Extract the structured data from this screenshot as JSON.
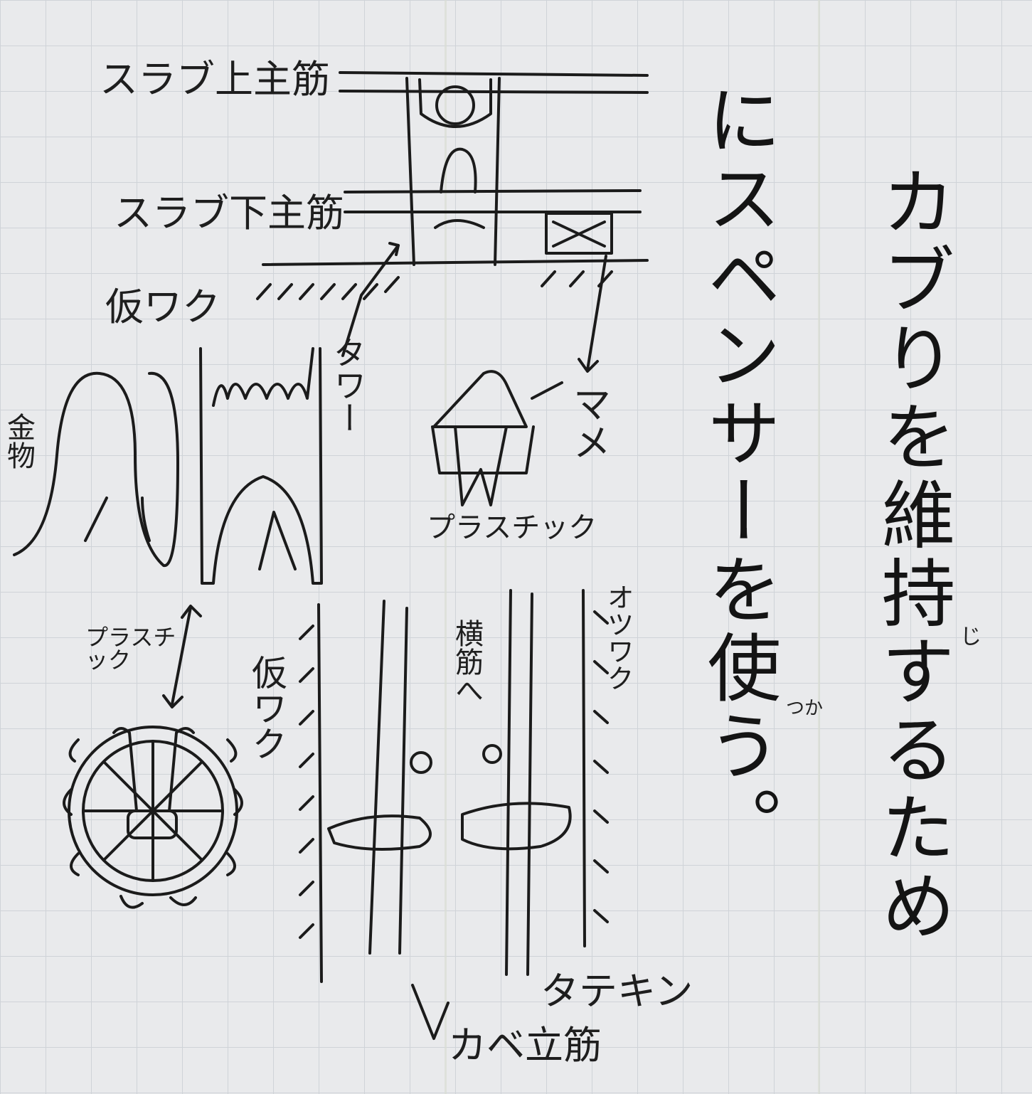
{
  "heading": {
    "line1": "カブりを維持するため",
    "line2": "にスペンサーを使う。",
    "ruby_ji": "じ",
    "ruby_tsuka": "つか"
  },
  "labels": {
    "slab_top": "スラブ上主筋",
    "slab_bottom": "スラブ下主筋",
    "temp_form_top": "仮ワク",
    "temp_form_side": "仮ワク",
    "tower": "タワー",
    "mame": "マメ",
    "plastic_right": "プラスチック",
    "plastic_left": "プラスチック",
    "kanamono": "金物",
    "yokokin": "横筋へ",
    "outer_form": "オツワク",
    "tatekin": "タテキン",
    "wall_vertical": "カベ立筋"
  }
}
